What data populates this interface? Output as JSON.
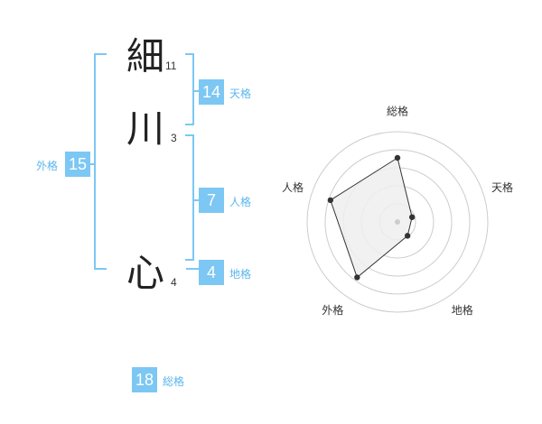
{
  "name": {
    "chars": [
      {
        "char": "細",
        "strokes": "11"
      },
      {
        "char": "川",
        "strokes": "3"
      },
      {
        "char": "心",
        "strokes": "4"
      }
    ]
  },
  "fortunes": {
    "tenkaku": {
      "label": "天格",
      "value": "14"
    },
    "jinkaku": {
      "label": "人格",
      "value": "7"
    },
    "chikaku": {
      "label": "地格",
      "value": "4"
    },
    "gaikaku": {
      "label": "外格",
      "value": "15"
    },
    "soukaku": {
      "label": "総格",
      "value": "18"
    }
  },
  "radar": {
    "axes": [
      "総格",
      "天格",
      "地格",
      "外格",
      "人格"
    ],
    "values": [
      3.55,
      0.85,
      0.95,
      3.8,
      3.9
    ],
    "max": 5,
    "rings": 5
  },
  "colors": {
    "accent": "#7cc7f4",
    "bracket": "#7cc7f4",
    "radar_fill": "#eeeeee",
    "ring": "#cccccc"
  }
}
